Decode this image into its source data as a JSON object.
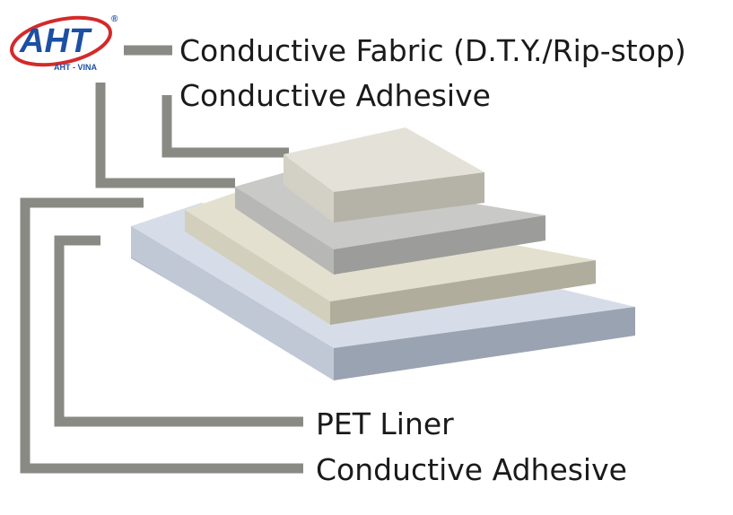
{
  "logo": {
    "text": "AHT",
    "subtitle": "AHT - VINA",
    "registered_mark": "®",
    "colors": {
      "blue": "#1d4fa3",
      "red": "#d42a2a"
    }
  },
  "layers": [
    {
      "label": "Conductive Fabric (D.T.Y./Rip-stop)"
    },
    {
      "label": "Conductive Adhesive"
    },
    {
      "label": "PET Liner"
    },
    {
      "label": "Conductive Adhesive"
    }
  ],
  "colors": {
    "leader_line": "#8a8a85",
    "fabric_top": "#e4e2d8",
    "adhesive_top": "#c9c9c7",
    "gold_adhesive_top": "#e3e0cf",
    "liner_top": "#d7dde8"
  }
}
